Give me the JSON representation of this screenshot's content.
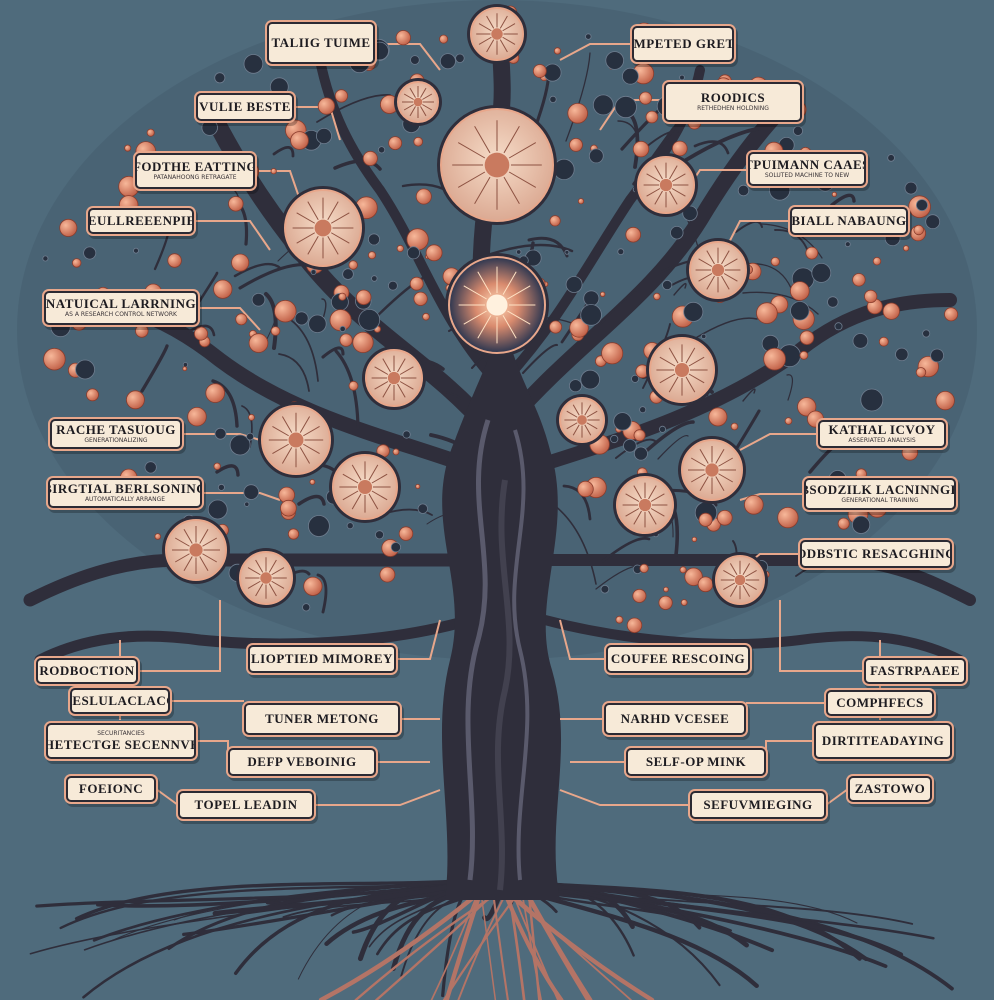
{
  "colors": {
    "background": "#4f6b7c",
    "trunk": "#2f2e3b",
    "trunk_highlight": "#5a5a6c",
    "label_fill": "#f7ead8",
    "label_border": "#2b2a33",
    "accent_orange": "#e39a7b",
    "connector": "#e8a78b"
  },
  "labels": [
    {
      "id": "taling-tuime",
      "text": "TALIIG TUIME",
      "sub": ""
    },
    {
      "id": "dompeted-gretee",
      "text": "DOMPETED GRETEE",
      "sub": ""
    },
    {
      "id": "roodics",
      "text": "ROODICS",
      "sub": "RETHEDHEN HOLDNING"
    },
    {
      "id": "vulie-beste",
      "text": "VULIE BESTE",
      "sub": ""
    },
    {
      "id": "fodthe-eatting",
      "text": "FODTHE EATTING",
      "sub": "PATANAHOONG RETRAGATE"
    },
    {
      "id": "tpuimann-caaes",
      "text": "TPUIMANN CAAES",
      "sub": "SOLUTED MACHINE TO NEW"
    },
    {
      "id": "beullreeenpies",
      "text": "BEULLREEENPIES",
      "sub": ""
    },
    {
      "id": "biall-naaaung",
      "text": "BIALL NABAUNG",
      "sub": ""
    },
    {
      "id": "natuical-larkning",
      "text": "NATUICAL LARRNING",
      "sub": "AS A RESEARCH CONTROL NETWORK"
    },
    {
      "id": "rache-tasuoug",
      "text": "RACHE TASUOUG",
      "sub": "GENERATIONALIZING"
    },
    {
      "id": "kathal-icvoy",
      "text": "KATHAL ICVOY",
      "sub": "ASSERIATED ANALYSIS"
    },
    {
      "id": "birgtial-berlsoning",
      "text": "BIRGTIAL BERLSONING",
      "sub": "AUTOMATICALLY ARRANGE"
    },
    {
      "id": "bsodzilk-lacninnge",
      "text": "BSODZILK LACNINNGE",
      "sub": "GENERATIONAL TRAINING"
    },
    {
      "id": "odbstic-resacghing",
      "text": "ODBSTIC RESACGHING",
      "sub": ""
    },
    {
      "id": "rodboction",
      "text": "RODBOCTION",
      "sub": ""
    },
    {
      "id": "lioptied-mimorey",
      "text": "LIOPTIED MIMOREY",
      "sub": ""
    },
    {
      "id": "coufee-rescoing",
      "text": "COUFEE RESCOING",
      "sub": ""
    },
    {
      "id": "fastrpaaee",
      "text": "FASTRPAAEE",
      "sub": ""
    },
    {
      "id": "beslulaclaco",
      "text": "BESLULACLACO",
      "sub": ""
    },
    {
      "id": "tuner-metong",
      "text": "TUNER METONG",
      "sub": ""
    },
    {
      "id": "narhd-vcesee",
      "text": "NARHD VCESEE",
      "sub": ""
    },
    {
      "id": "compihfecs",
      "text": "COMPHFECS",
      "sub": ""
    },
    {
      "id": "thetectge",
      "text": "THETECTGE SECENNVES",
      "sub": "SECURITANCIES"
    },
    {
      "id": "dirtiteadaying",
      "text": "DIRTITEADAYING",
      "sub": ""
    },
    {
      "id": "defp-veboring",
      "text": "DEFP VEBOINIG",
      "sub": ""
    },
    {
      "id": "self-op-mink",
      "text": "SELF-OP MINK",
      "sub": ""
    },
    {
      "id": "foeionc",
      "text": "FOEIONC",
      "sub": ""
    },
    {
      "id": "topel-leadin",
      "text": "TOPEL LEADIN",
      "sub": ""
    },
    {
      "id": "sefuvmieging",
      "text": "SEFUVMIEGING",
      "sub": ""
    },
    {
      "id": "zastowo",
      "text": "ZASTOWO",
      "sub": ""
    }
  ],
  "medallions": [
    {
      "icon": "sun-gear-icon"
    },
    {
      "icon": "compass-rose-icon"
    },
    {
      "icon": "head-bust-icon"
    },
    {
      "icon": "clock-dial-icon"
    },
    {
      "icon": "radiant-orb-icon"
    },
    {
      "icon": "tree-icon"
    },
    {
      "icon": "face-portrait-icon"
    },
    {
      "icon": "circuit-icon"
    },
    {
      "icon": "face-portrait-icon"
    },
    {
      "icon": "mandala-icon"
    },
    {
      "icon": "brain-icon"
    },
    {
      "icon": "network-icon"
    },
    {
      "icon": "building-icon"
    },
    {
      "icon": "wheel-icon"
    },
    {
      "icon": "anchor-icon"
    },
    {
      "icon": "tuning-fork-icon"
    },
    {
      "icon": "machine-icon"
    }
  ]
}
